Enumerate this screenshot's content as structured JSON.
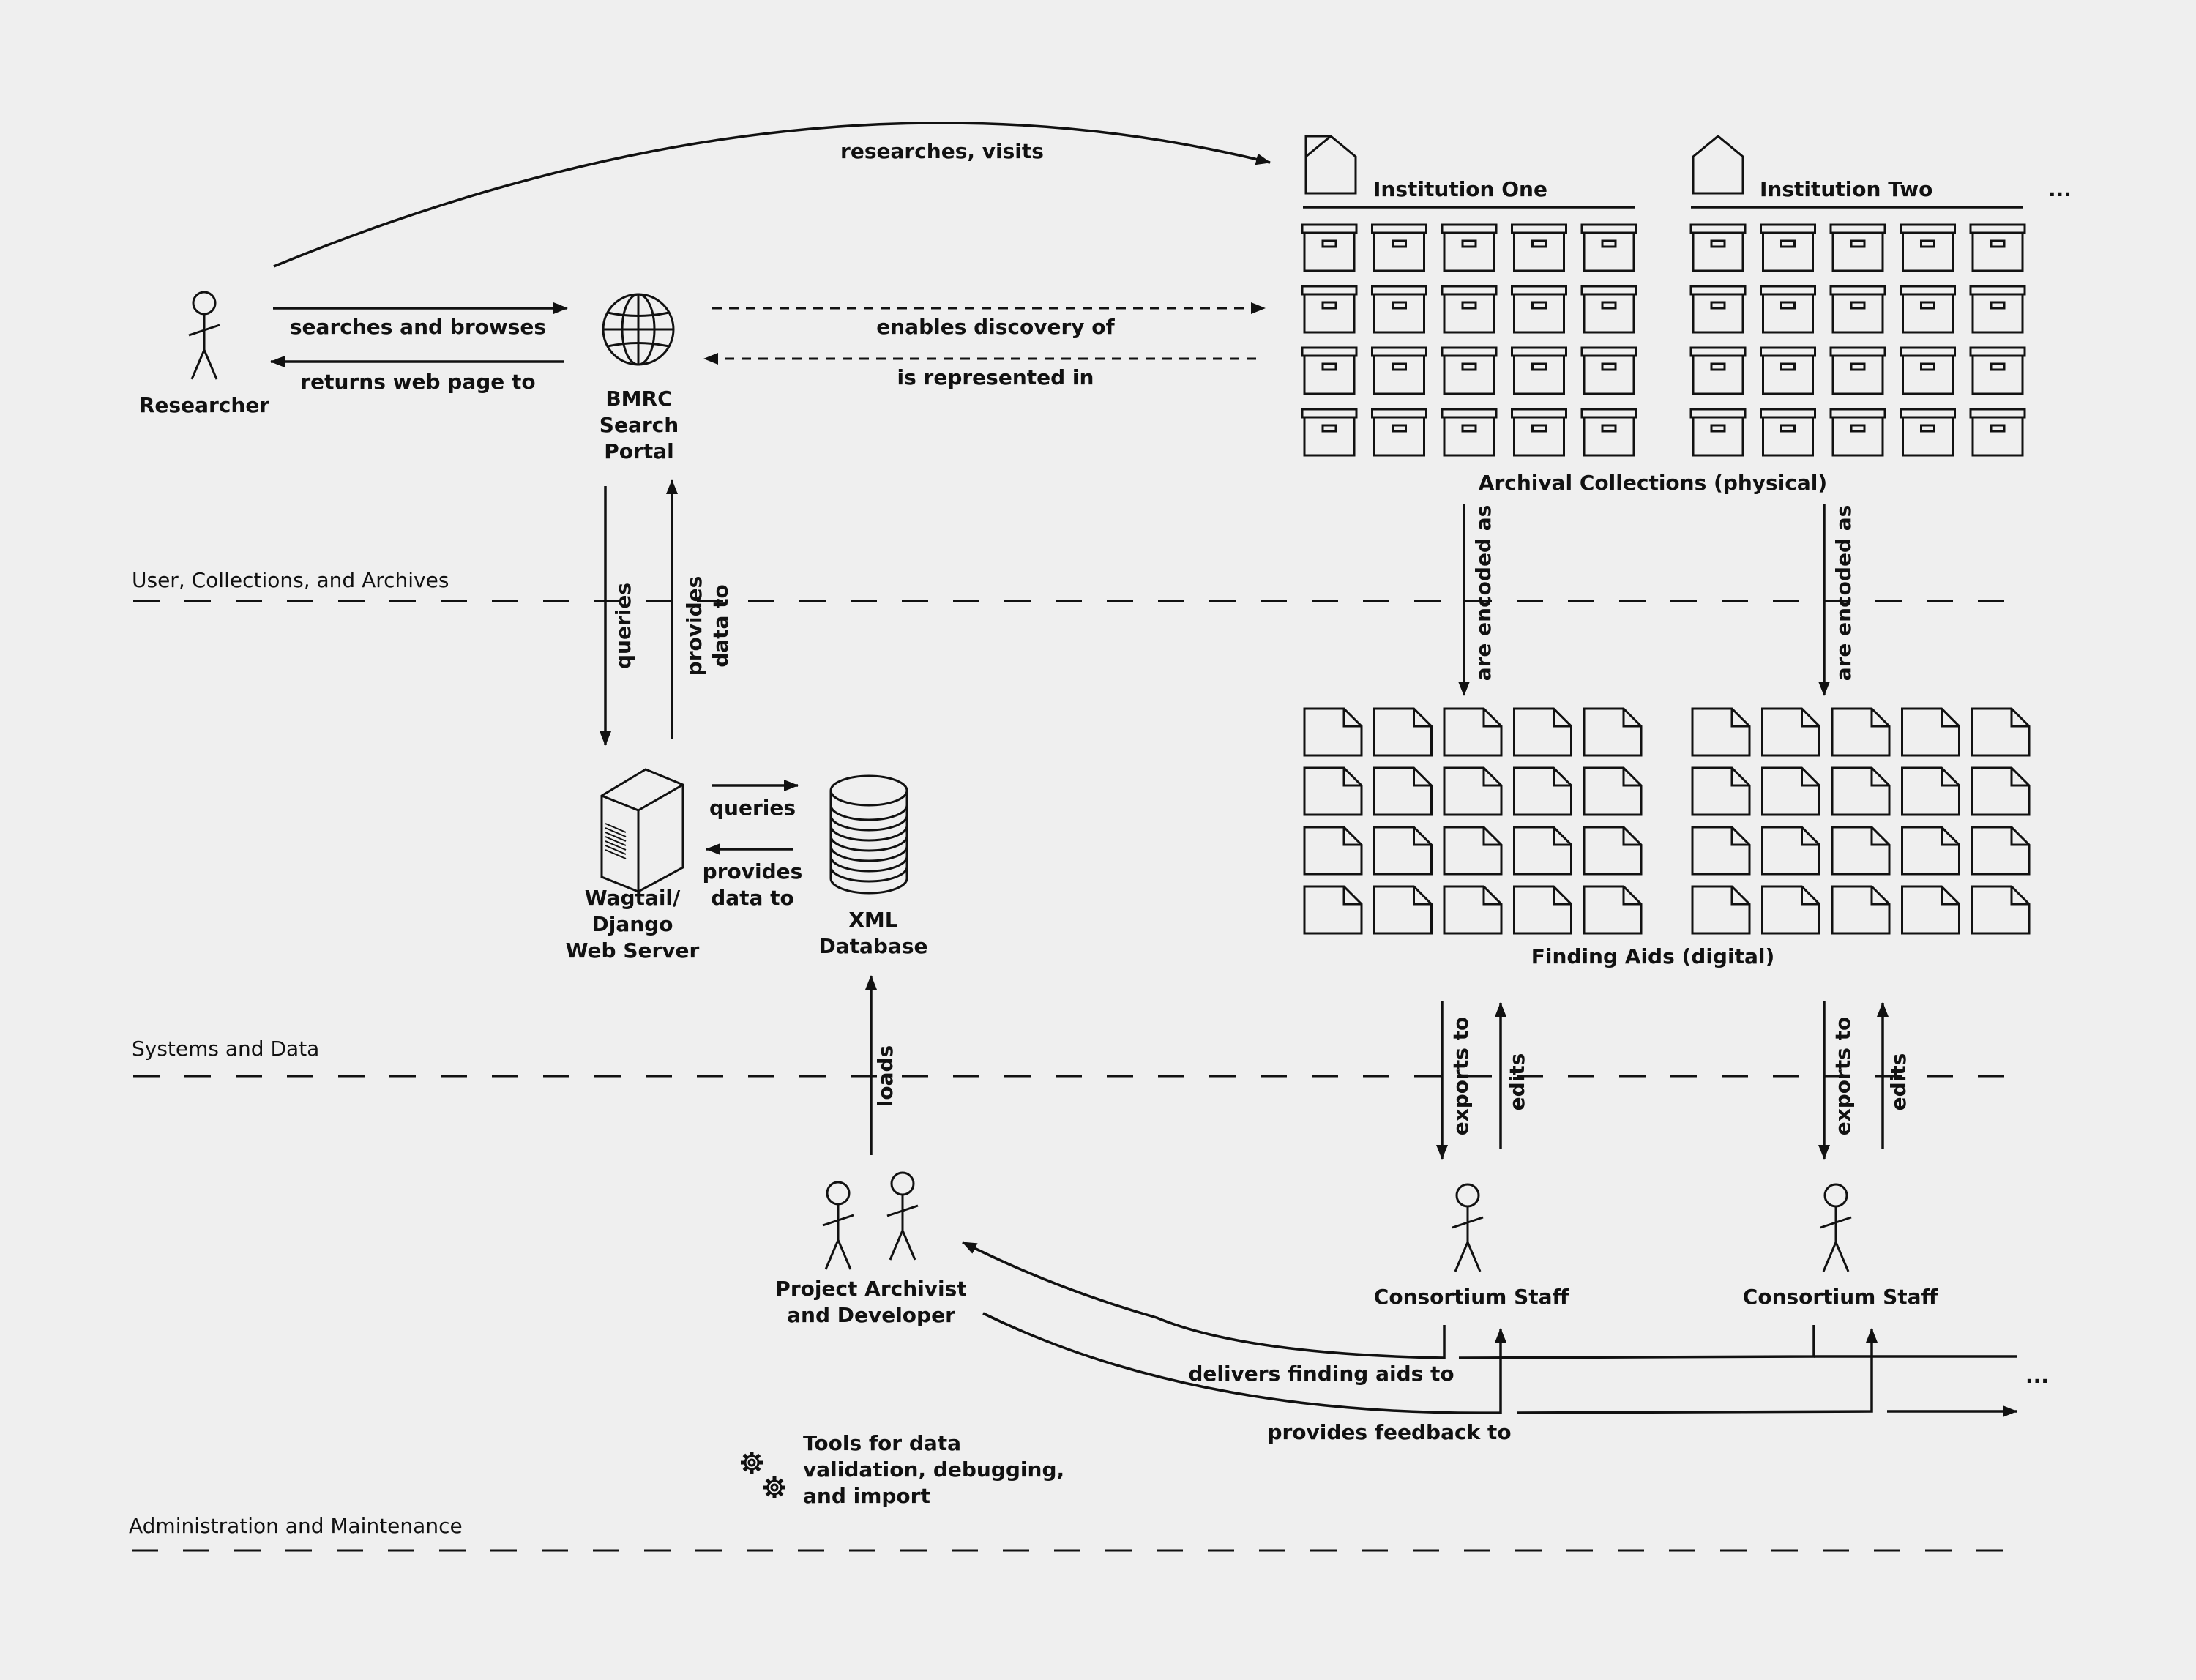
{
  "actors": {
    "researcher": "Researcher",
    "project": [
      "Project Archivist",
      "and Developer"
    ],
    "staff1": "Consortium Staff",
    "staff2": "Consortium Staff"
  },
  "systems": {
    "portal": [
      "BMRC",
      "Search",
      "Portal"
    ],
    "server": [
      "Wagtail/",
      "Django",
      "Web Server"
    ],
    "database": [
      "XML",
      "Database"
    ]
  },
  "institutions": [
    "Institution One",
    "Institution Two"
  ],
  "ellipsis": "...",
  "collections_label": "Archival Collections (physical)",
  "finding_aids_label": "Finding Aids (digital)",
  "tools_label": [
    "Tools for data",
    "validation, debugging,",
    "and import"
  ],
  "zones": [
    "User, Collections, and Archives",
    "Systems and Data",
    "Administration and Maintenance"
  ],
  "edges": {
    "researches_visits": "researches, visits",
    "searches_browses": "searches and browses",
    "returns_web_page": "returns web page to",
    "enables_discovery": "enables discovery of",
    "is_represented_in": "is represented in",
    "queries_portal": "queries",
    "provides_data_portal": [
      "provides",
      "data to"
    ],
    "queries_db": "queries",
    "provides_data_db": [
      "provides",
      "data to"
    ],
    "encoded_as_1": "are encoded as",
    "encoded_as_2": "are encoded as",
    "loads": "loads",
    "exports_to_1": "exports to",
    "edits_1": "edits",
    "exports_to_2": "exports to",
    "edits_2": "edits",
    "delivers": "delivers finding aids to",
    "feedback": "provides feedback to"
  }
}
